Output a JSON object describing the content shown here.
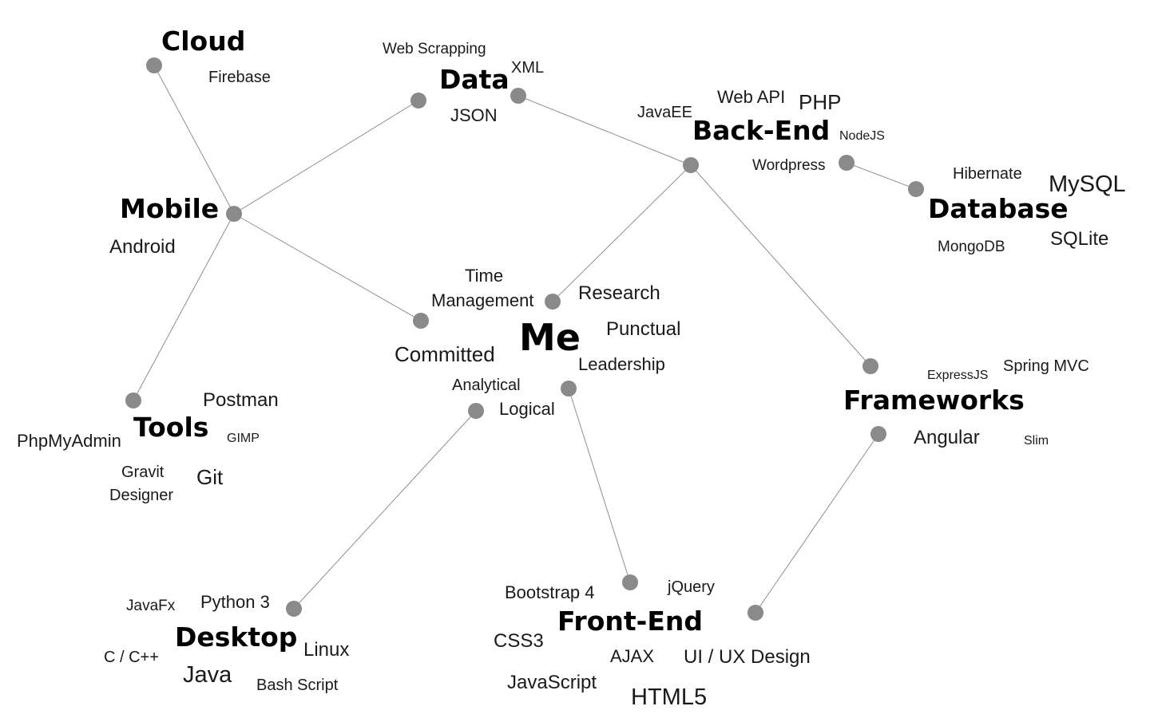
{
  "colors": {
    "edge": "#8f8f8f",
    "node": "#8a8a8a",
    "text": "#111111",
    "background": "#ffffff"
  },
  "central": {
    "label": "Me"
  },
  "categories": {
    "cloud": "Cloud",
    "data": "Data",
    "back_end": "Back-End",
    "mobile": "Mobile",
    "database": "Database",
    "frameworks": "Frameworks",
    "tools": "Tools",
    "desktop": "Desktop",
    "front_end": "Front-End"
  },
  "skills": {
    "firebase": "Firebase",
    "web_scrapping": "Web Scrapping",
    "xml": "XML",
    "json": "JSON",
    "javaee": "JavaEE",
    "web_api": "Web API",
    "php": "PHP",
    "nodejs": "NodeJS",
    "wordpress": "Wordpress",
    "hibernate": "Hibernate",
    "mysql": "MySQL",
    "mongodb": "MongoDB",
    "sqlite": "SQLite",
    "android": "Android",
    "time": "Time",
    "management": "Management",
    "research": "Research",
    "punctual": "Punctual",
    "committed": "Committed",
    "leadership": "Leadership",
    "analytical": "Analytical",
    "logical": "Logical",
    "expressjs": "ExpressJS",
    "spring_mvc": "Spring MVC",
    "angular": "Angular",
    "slim": "Slim",
    "postman": "Postman",
    "phpmyadmin": "PhpMyAdmin",
    "gimp": "GIMP",
    "gravit": "Gravit",
    "designer": "Designer",
    "git": "Git",
    "javafx": "JavaFx",
    "python3": "Python 3",
    "linux": "Linux",
    "c_cpp": "C / C++",
    "java": "Java",
    "bash_script": "Bash Script",
    "bootstrap4": "Bootstrap 4",
    "jquery": "jQuery",
    "css3": "CSS3",
    "ajax": "AJAX",
    "ui_ux": "UI / UX Design",
    "javascript": "JavaScript",
    "html5": "HTML5"
  }
}
